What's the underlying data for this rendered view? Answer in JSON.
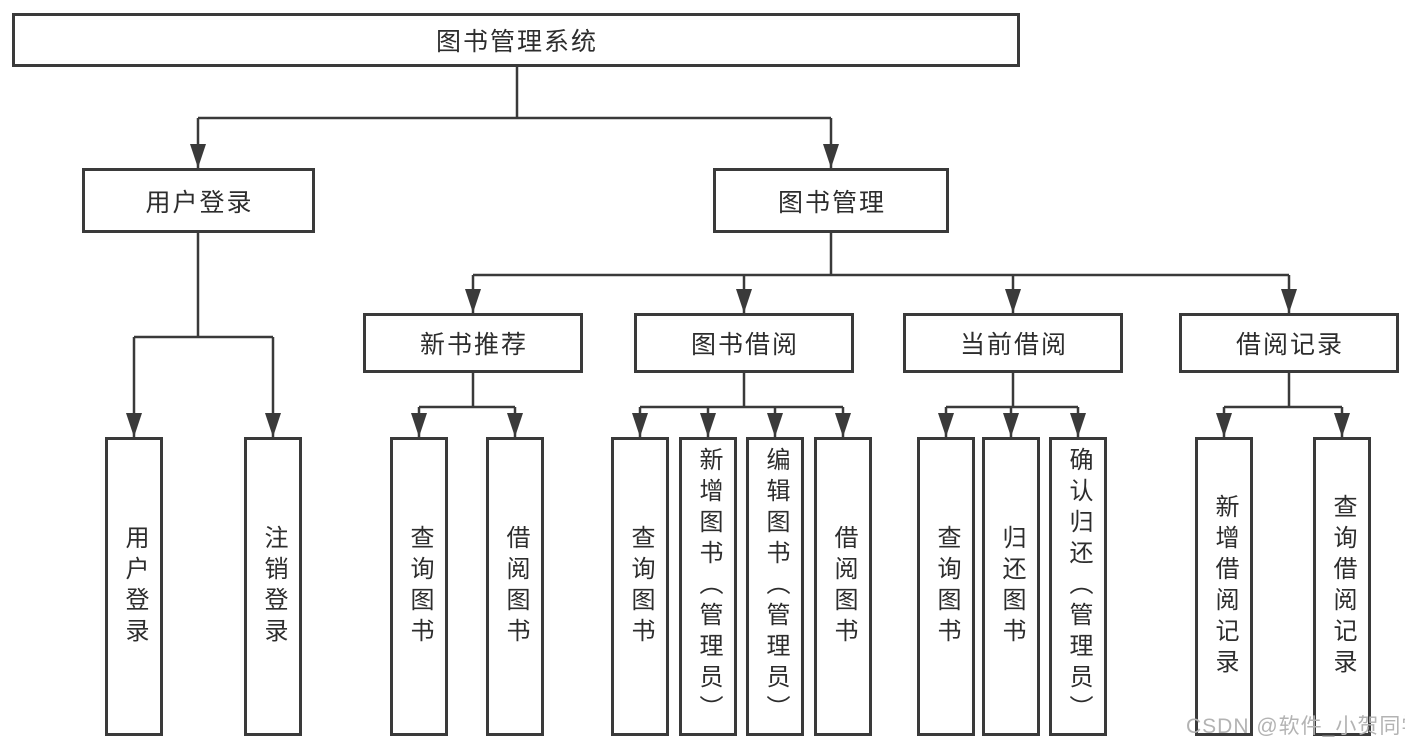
{
  "tree": {
    "root": {
      "label": "图书管理系统"
    },
    "branches": [
      {
        "label": "用户登录",
        "children": [
          {
            "label": "用户登录"
          },
          {
            "label": "注销登录"
          }
        ]
      },
      {
        "label": "图书管理",
        "children": [
          {
            "label": "新书推荐",
            "children": [
              {
                "label": "查询图书"
              },
              {
                "label": "借阅图书"
              }
            ]
          },
          {
            "label": "图书借阅",
            "children": [
              {
                "label": "查询图书"
              },
              {
                "label": "新增图书（管理员）"
              },
              {
                "label": "编辑图书（管理员）"
              },
              {
                "label": "借阅图书"
              }
            ]
          },
          {
            "label": "当前借阅",
            "children": [
              {
                "label": "查询图书"
              },
              {
                "label": "归还图书"
              },
              {
                "label": "确认归还（管理员）"
              }
            ]
          },
          {
            "label": "借阅记录",
            "children": [
              {
                "label": "新增借阅记录"
              },
              {
                "label": "查询借阅记录"
              }
            ]
          }
        ]
      }
    ]
  },
  "watermark": {
    "text": "CSDN @软件_小贺同学"
  },
  "colors": {
    "line": "#3a3a3a",
    "text": "#2d2d2d",
    "watermark_text": "#b3b3b3",
    "background": "#ffffff"
  }
}
